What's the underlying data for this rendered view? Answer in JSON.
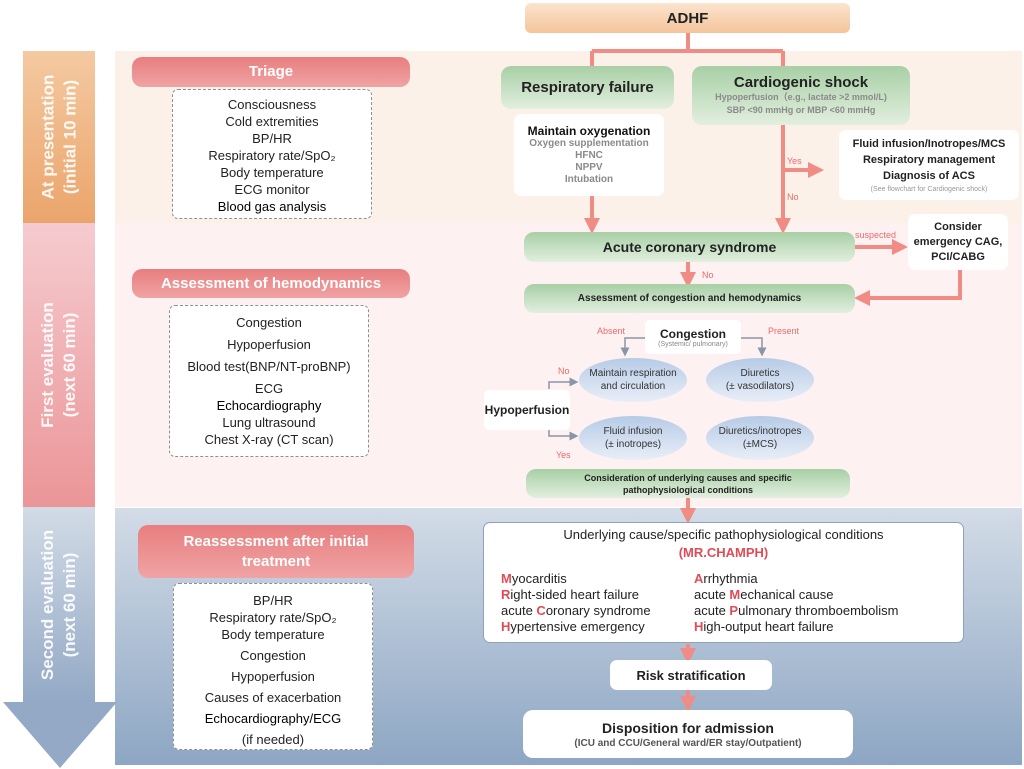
{
  "phases": [
    {
      "line1": "At presentation",
      "line2": "(initial 10 min)"
    },
    {
      "line1": "First evaluation",
      "line2": "(next 60 min)"
    },
    {
      "line1": "Second evaluation",
      "line2": "(next 60 min)"
    }
  ],
  "colors": {
    "arrow": "#f08c84",
    "header_red": "#e87e7f",
    "green_box": "#a8cfa5",
    "label_red": "#ec6a6a",
    "mnemonic_red": "#e04c55"
  },
  "triage": {
    "title": "Triage",
    "items": [
      "Consciousness",
      "Cold extremities",
      "BP/HR",
      "Respiratory rate/SpO₂",
      "Body temperature",
      "ECG monitor",
      "Blood gas analysis"
    ]
  },
  "hemodynamics": {
    "title": "Assessment of hemodynamics",
    "items": [
      "Congestion",
      "Hypoperfusion",
      "Blood test(BNP/NT-proBNP)",
      "ECG",
      "Echocardiography",
      "Lung ultrasound",
      "Chest X-ray (CT scan)"
    ]
  },
  "reassessment": {
    "title_line1": "Reassessment after initial",
    "title_line2": "treatment",
    "items": [
      "BP/HR",
      "Respiratory rate/SpO₂",
      "Body temperature",
      "Congestion",
      "Hypoperfusion",
      "Causes of exacerbation",
      "Echocardiography/ECG",
      "(if needed)"
    ]
  },
  "flow": {
    "adhf": "ADHF",
    "respiratory_failure": "Respiratory failure",
    "oxygenation": {
      "title": "Maintain oxygenation",
      "items": [
        "Oxygen supplementation",
        "HFNC",
        "NPPV",
        "Intubation"
      ]
    },
    "cardiogenic_shock": {
      "title": "Cardiogenic shock",
      "line1": "Hypoperfusion（e.g., lactate >2 mmol/L)",
      "line2": "SBP <90 mmHg or MBP <60 mmHg"
    },
    "yes_label": "Yes",
    "no_label": "No",
    "shock_actions": {
      "items": [
        "Fluid infusion/Inotropes/MCS",
        "Respiratory management",
        "Diagnosis of ACS"
      ],
      "note": "(See flowchart for Cardiogenic shock)"
    },
    "acs": "Acute coronary syndrome",
    "suspected_label": "suspected",
    "emergency": {
      "line1": "Consider",
      "line2": "emergency CAG,",
      "line3": "PCI/CABG"
    },
    "acs_no_label": "No",
    "assessment": "Assessment of congestion and hemodynamics",
    "congestion": {
      "title": "Congestion",
      "sub": "(Systemic/ pulmonary)"
    },
    "absent_label": "Absent",
    "present_label": "Present",
    "hypoperfusion": "Hypoperfusion",
    "hypo_no_label": "No",
    "hypo_yes_label": "Yes",
    "quadrants": [
      {
        "line1": "Maintain respiration",
        "line2": "and circulation"
      },
      {
        "line1": "Diuretics",
        "line2": "(± vasodilators)"
      },
      {
        "line1": "Fluid infusion",
        "line2": "(± inotropes)"
      },
      {
        "line1": "Diuretics/inotropes",
        "line2": "(±MCS)"
      }
    ],
    "consideration": {
      "line1": "Consideration of underlying causes and specific",
      "line2": "pathophysiological conditions"
    },
    "underlying": {
      "title": "Underlying cause/specific pathophysiological conditions",
      "mnemonic": "(MR.CHAMPH)",
      "left": [
        {
          "pre": "",
          "letter": "M",
          "rest": "yocarditis"
        },
        {
          "pre": "",
          "letter": "R",
          "rest": "ight-sided heart failure"
        },
        {
          "pre": "acute ",
          "letter": "C",
          "rest": "oronary syndrome"
        },
        {
          "pre": "",
          "letter": "H",
          "rest": "ypertensive emergency"
        }
      ],
      "right": [
        {
          "pre": "",
          "letter": "A",
          "rest": "rrhythmia"
        },
        {
          "pre": "acute ",
          "letter": "M",
          "rest": "echanical cause"
        },
        {
          "pre": "acute ",
          "letter": "P",
          "rest": "ulmonary thromboembolism"
        },
        {
          "pre": "",
          "letter": "H",
          "rest": "igh-output heart failure"
        }
      ]
    },
    "risk": "Risk stratification",
    "disposition": {
      "title": "Disposition for admission",
      "sub": "(ICU and CCU/General ward/ER stay/Outpatient)"
    }
  }
}
